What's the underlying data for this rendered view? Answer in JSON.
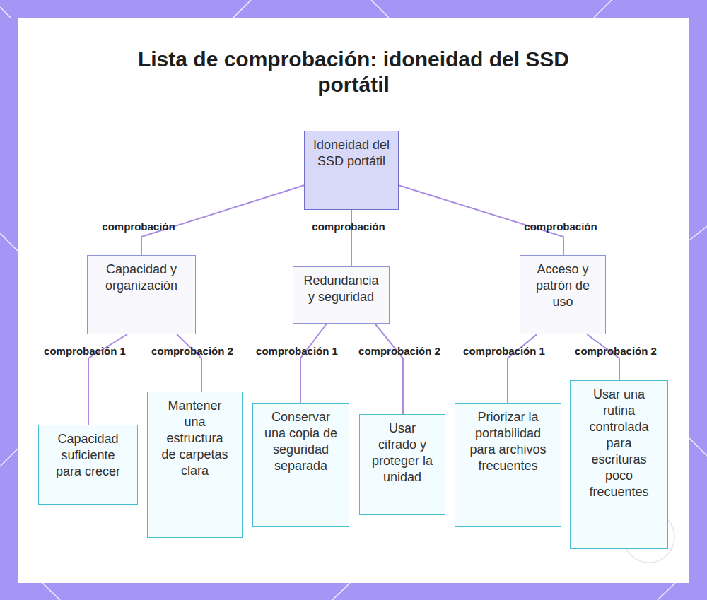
{
  "diagram": {
    "title": "Lista de comprobación: idoneidad del SSD portátil",
    "nodes": [
      {
        "text": [
          "Idoneidad del SSD portátil"
        ]
      },
      {
        "text": [
          "Capacidad y organización"
        ]
      },
      {
        "text": [
          "Redundancia y seguridad"
        ]
      },
      {
        "text": [
          "Acceso y patrón de uso"
        ]
      },
      {
        "text": [
          "Capacidad suficiente para crecer"
        ]
      },
      {
        "text": [
          "Mantener una estructura de carpetas clara"
        ]
      },
      {
        "text": [
          "Conservar una copia de seguridad separada"
        ]
      },
      {
        "text": [
          "Usar cifrado y proteger la unidad"
        ]
      },
      {
        "text": [
          "Priorizar la portabilidad para archivos frecuentes"
        ]
      },
      {
        "text": [
          "Usar una rutina controlada para escrituras poco frecuentes"
        ]
      }
    ],
    "edges": [
      {
        "from": 0,
        "to": 1,
        "label": "comprobación",
        "arrow": "none"
      },
      {
        "from": 0,
        "to": 2,
        "label": "comprobación",
        "arrow": "none"
      },
      {
        "from": 0,
        "to": 3,
        "label": "comprobación",
        "arrow": "none"
      },
      {
        "from": 1,
        "to": 4,
        "label": "comprobación 1",
        "arrow": "none"
      },
      {
        "from": 1,
        "to": 5,
        "label": "comprobación 2",
        "arrow": "none"
      },
      {
        "from": 2,
        "to": 6,
        "label": "comprobación 1",
        "arrow": "none"
      },
      {
        "from": 2,
        "to": 7,
        "label": "comprobación 2",
        "arrow": "none"
      },
      {
        "from": 3,
        "to": 8,
        "label": "comprobación 1",
        "arrow": "none"
      },
      {
        "from": 3,
        "to": 9,
        "label": "comprobación 2",
        "arrow": "none"
      }
    ]
  }
}
